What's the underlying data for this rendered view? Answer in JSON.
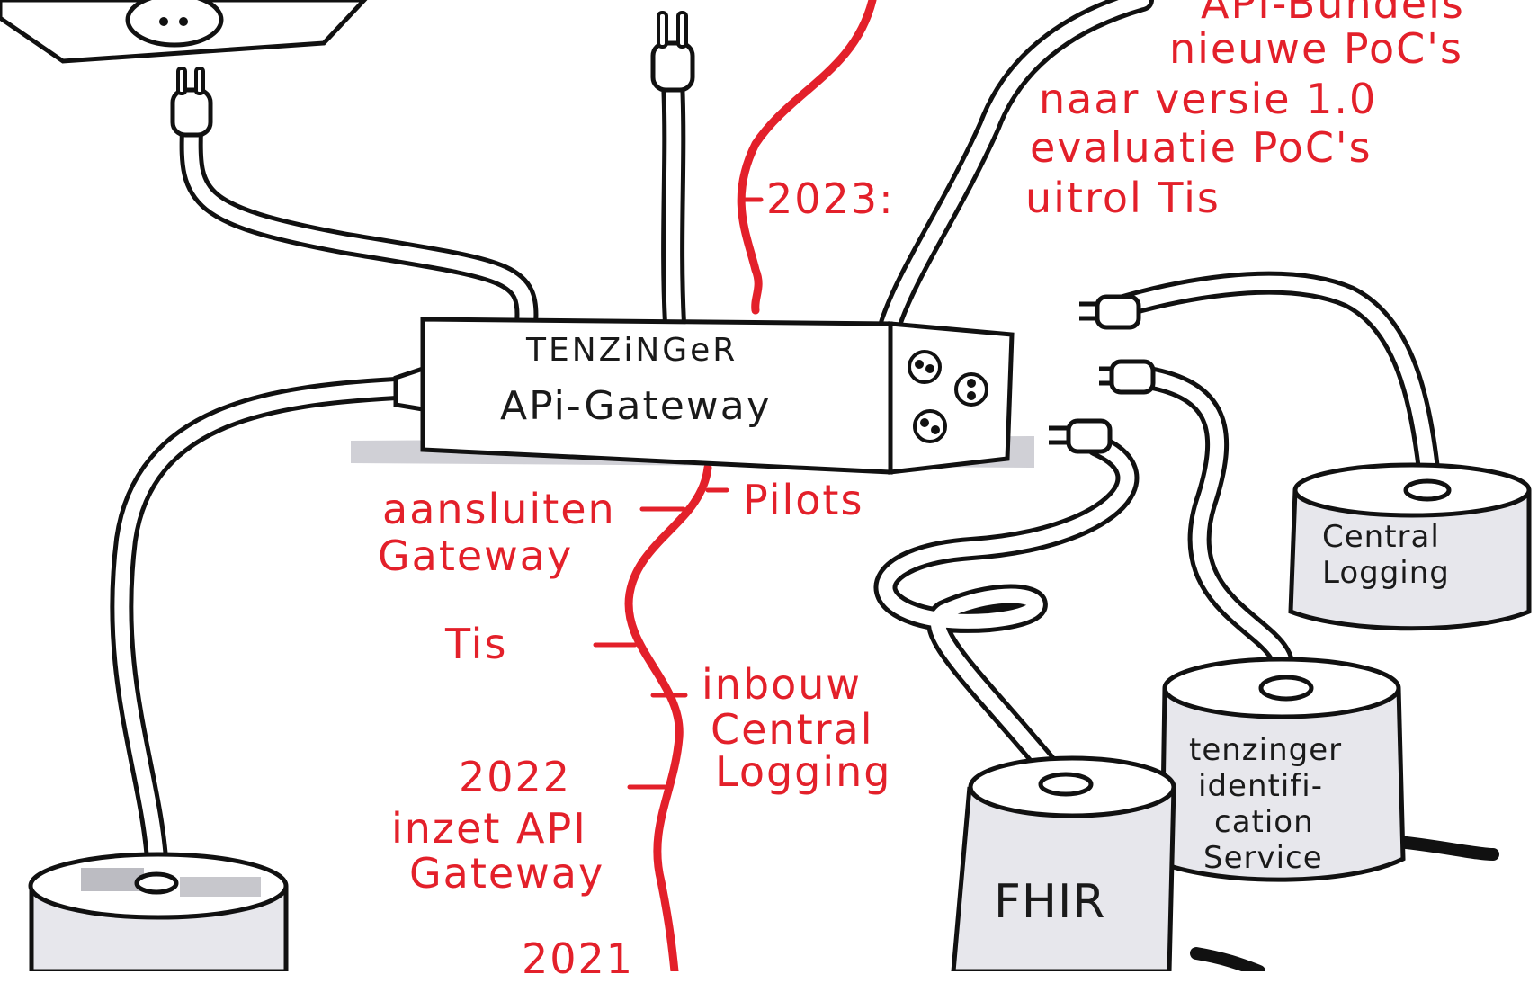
{
  "gateway": {
    "title": "TENZiNGeR",
    "subtitle": "APi-Gateway"
  },
  "timeline": {
    "heading_2023": "2023:",
    "items_2023": [
      "API-Bundels",
      "nieuwe PoC's",
      "naar versie 1.0",
      "evaluatie PoC's",
      "uitrol Tis"
    ],
    "pilots": "Pilots",
    "aansluiten": [
      "aansluiten",
      "Gateway"
    ],
    "tis": "Tis",
    "inbouw": [
      "inbouw",
      "Central",
      "Logging"
    ],
    "year_2022": "2022",
    "inzet": [
      "inzet API",
      "Gateway"
    ],
    "year_2021": "2021"
  },
  "services": {
    "central_logging": [
      "Central",
      "Logging"
    ],
    "identification": [
      "tenzinger",
      "identifi-",
      "cation",
      "Service"
    ],
    "fhir": "FHIR"
  },
  "colors": {
    "timeline": "#e3202a",
    "ink": "#111111",
    "shadow": "#9a9aa6"
  }
}
